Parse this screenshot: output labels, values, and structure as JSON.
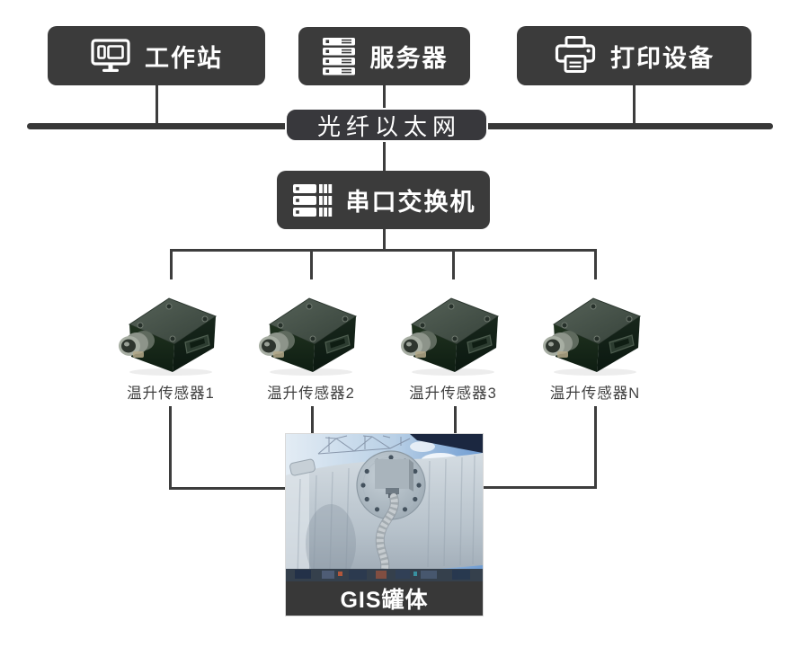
{
  "diagram": {
    "nodes": {
      "workstation": {
        "label": "工作站",
        "icon": "monitor-icon"
      },
      "server": {
        "label": "服务器",
        "icon": "server-rack-icon"
      },
      "printer": {
        "label": "打印设备",
        "icon": "printer-icon"
      },
      "ethernet_bus": {
        "label": "光纤以太网"
      },
      "serial_switch": {
        "label": "串口交换机",
        "icon": "switch-rack-icon"
      }
    },
    "sensors": [
      {
        "label": "温升传感器1"
      },
      {
        "label": "温升传感器2"
      },
      {
        "label": "温升传感器3"
      },
      {
        "label": "温升传感器N"
      }
    ],
    "tank": {
      "caption": "GIS罐体"
    },
    "colors": {
      "node_background": "#3b3b3b",
      "connector_line": "#3d3d3d",
      "node_text": "#ffffff",
      "sensor_label_text": "#3f3f3f",
      "caption_band": "#383838"
    }
  }
}
